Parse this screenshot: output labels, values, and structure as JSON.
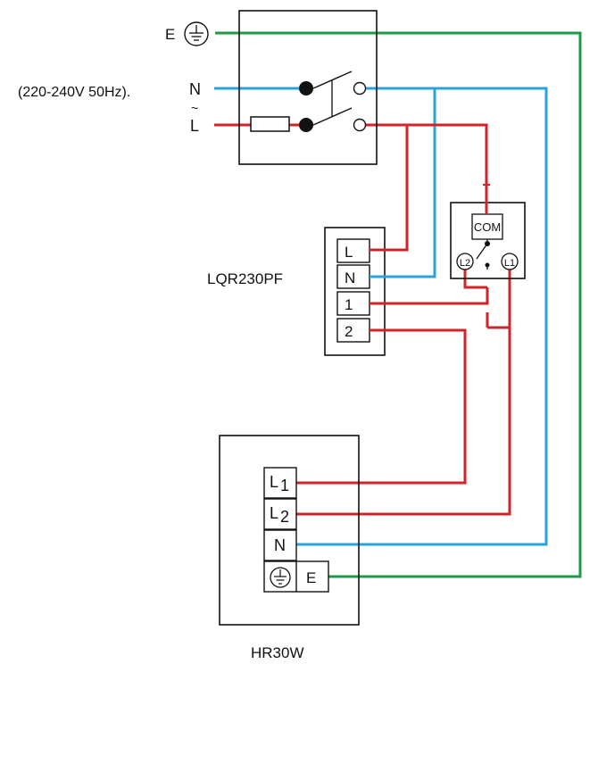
{
  "supply": {
    "voltage": "(220-240V 50Hz).",
    "earth_label": "E",
    "neutral_label": "N",
    "live_label": "L",
    "live_tilde": "~"
  },
  "thermostat": {
    "model": "LQR230PF",
    "terminals": [
      "L",
      "N",
      "1",
      "2"
    ]
  },
  "relay": {
    "com_label": "COM",
    "l2_label": "L2",
    "l1_label": "L1"
  },
  "heater": {
    "model": "HR30W",
    "terminal_l1_letter": "L",
    "terminal_l1_sub": "1",
    "terminal_l2_letter": "L",
    "terminal_l2_sub": "2",
    "terminal_n": "N",
    "terminal_e": "E"
  },
  "colors": {
    "live": "#d2232a",
    "neutral": "#29a3dc",
    "earth": "#1e9a48",
    "outline": "#111111"
  }
}
